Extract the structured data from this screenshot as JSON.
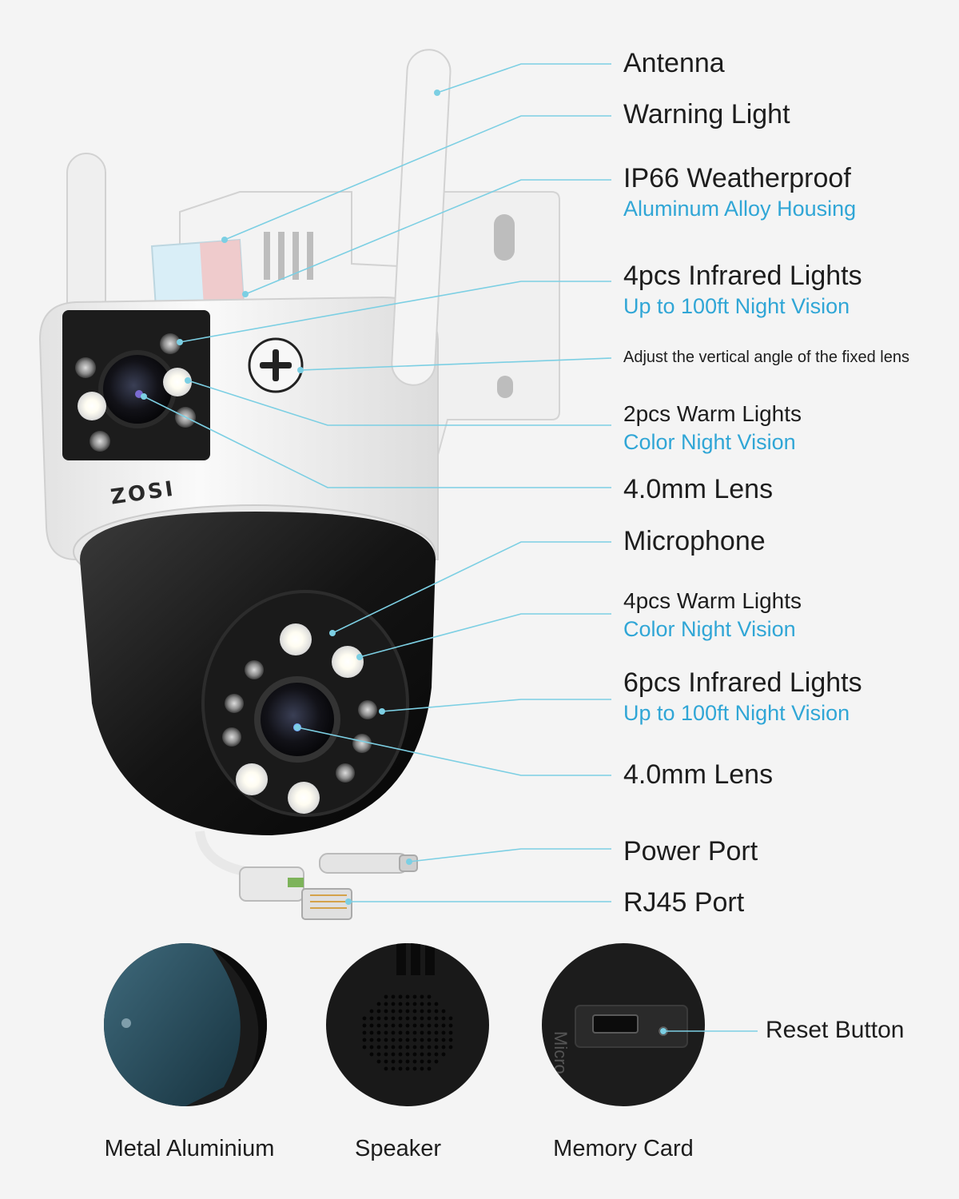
{
  "brand": {
    "logo_text": "ZOSI"
  },
  "callouts": [
    {
      "id": "antenna",
      "title": "Antenna"
    },
    {
      "id": "warning-light",
      "title": "Warning Light"
    },
    {
      "id": "weatherproof",
      "title": "IP66 Weatherproof",
      "subtitle": "Aluminum Alloy Housing"
    },
    {
      "id": "ir-lights-fixed",
      "title": "4pcs Infrared Lights",
      "subtitle": "Up to 100ft Night Vision"
    },
    {
      "id": "adjust-angle",
      "title": "Adjust the vertical angle of the fixed lens"
    },
    {
      "id": "warm-lights-fixed",
      "title": "2pcs Warm Lights",
      "subtitle": "Color Night Vision"
    },
    {
      "id": "lens-fixed",
      "title": "4.0mm Lens"
    },
    {
      "id": "microphone",
      "title": "Microphone"
    },
    {
      "id": "warm-lights-ptz",
      "title": "4pcs Warm Lights",
      "subtitle": "Color Night Vision"
    },
    {
      "id": "ir-lights-ptz",
      "title": "6pcs Infrared Lights",
      "subtitle": "Up to 100ft Night Vision"
    },
    {
      "id": "lens-ptz",
      "title": "4.0mm Lens"
    },
    {
      "id": "power-port",
      "title": "Power Port"
    },
    {
      "id": "rj45-port",
      "title": "RJ45 Port"
    }
  ],
  "insets": [
    {
      "id": "metal",
      "caption": "Metal Aluminium"
    },
    {
      "id": "speaker",
      "caption": "Speaker"
    },
    {
      "id": "memory",
      "caption": "Memory Card",
      "callout": "Reset Button",
      "slot_text": "Micro"
    }
  ],
  "colors": {
    "leader_line": "#7ccfe3",
    "subtitle_text": "#30a6d6",
    "title_text": "#1d1d1d",
    "camera_body": "#f6f6f6",
    "dome": "#161616"
  }
}
